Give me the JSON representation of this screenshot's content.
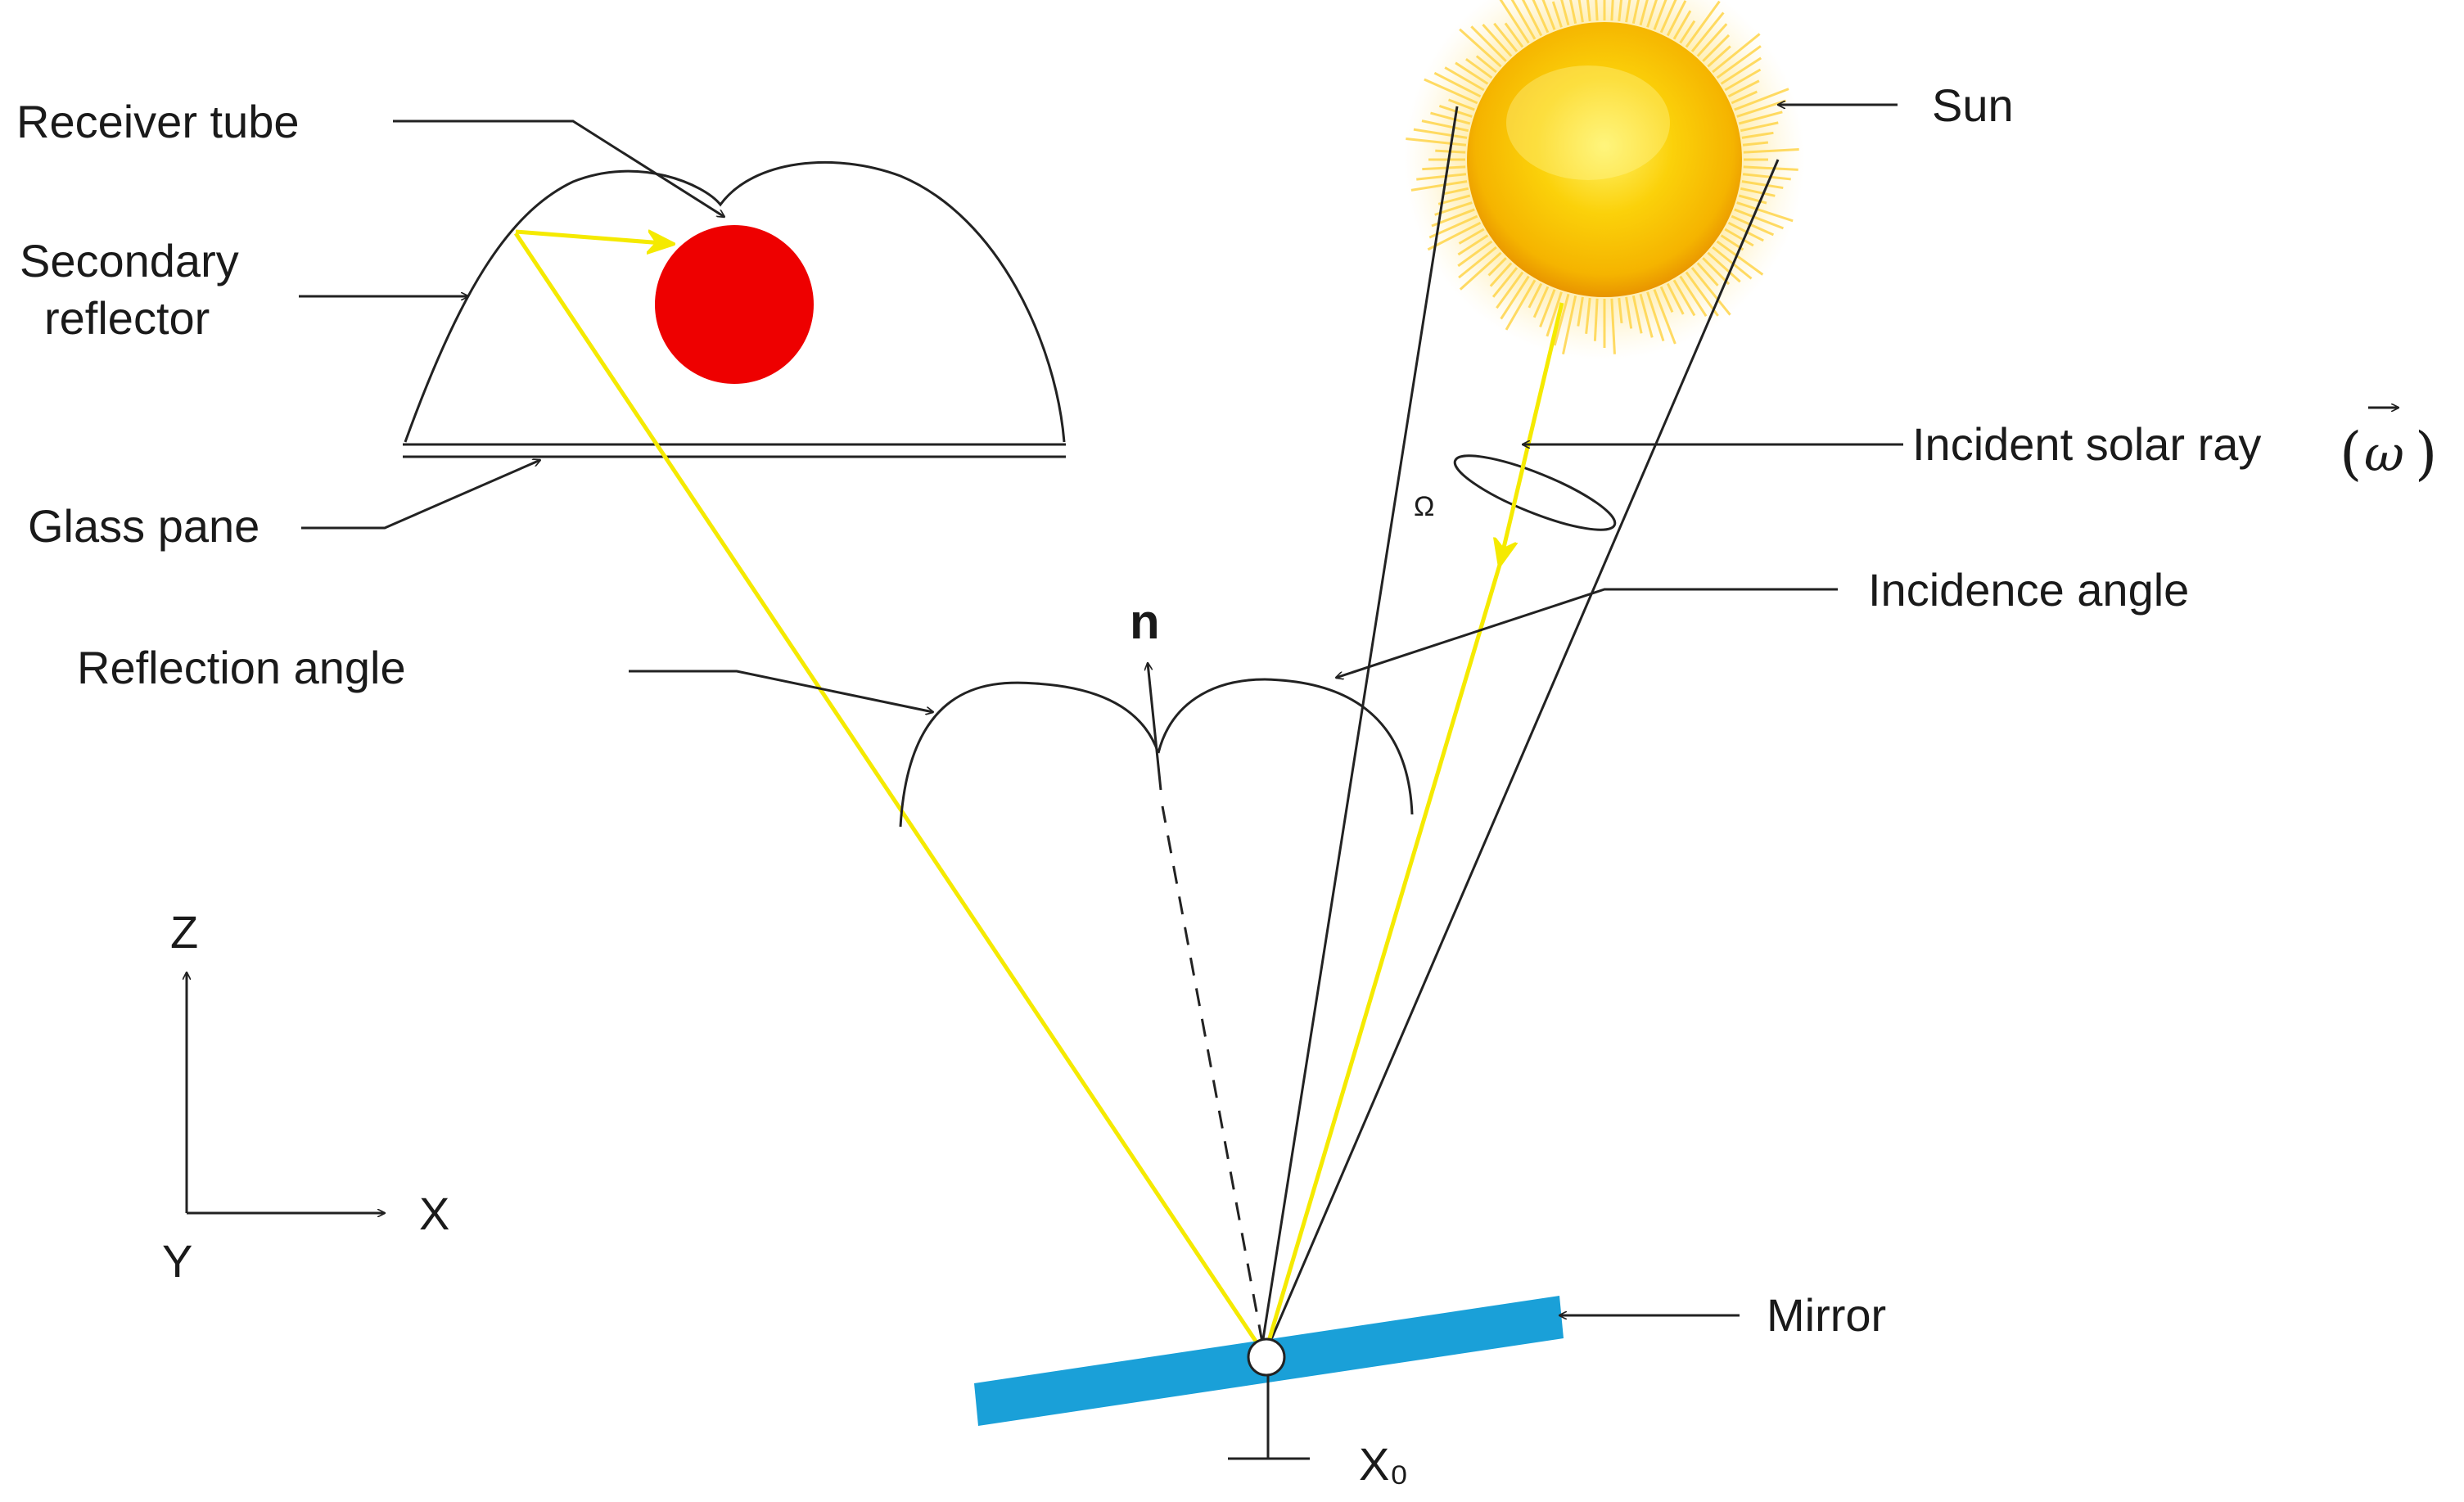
{
  "labels": {
    "receiver_tube": "Receiver tube",
    "secondary_reflector_line1": "Secondary",
    "secondary_reflector_line2": "reflector",
    "glass_pane": "Glass pane",
    "reflection_angle": "Reflection angle",
    "sun": "Sun",
    "incident_solar_ray": "Incident solar ray",
    "incident_symbol": "ω",
    "incidence_angle": "Incidence angle",
    "normal": "n",
    "solid_angle": "Ω",
    "mirror": "Mirror",
    "mirror_position": "X₀",
    "axis_z": "Z",
    "axis_x": "X",
    "axis_y": "Y"
  },
  "colors": {
    "ray": "#f5ea00",
    "receiver": "#ee0000",
    "mirror": "#1aa0d8",
    "sun_core": "#fbd10a",
    "sun_rim": "#f2a400",
    "line": "#222222"
  }
}
